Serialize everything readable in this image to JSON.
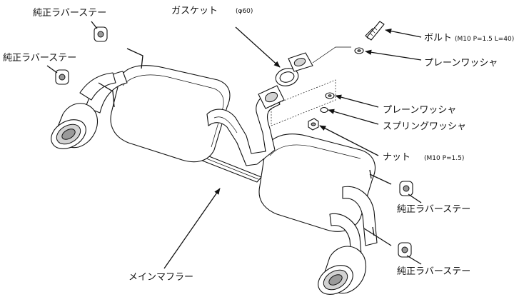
{
  "labels": {
    "rubber_stay_1": "純正ラバーステー",
    "rubber_stay_2": "純正ラバーステー",
    "rubber_stay_3": "純正ラバーステー",
    "rubber_stay_4": "純正ラバーステー",
    "gasket": "ガスケット",
    "gasket_spec": "(φ60)",
    "bolt": "ボルト",
    "bolt_spec": "(M10 P=1.5 L=40)",
    "plain_washer_1": "プレーンワッシャ",
    "plain_washer_2": "プレーンワッシャ",
    "spring_washer": "スプリングワッシャ",
    "nut": "ナット",
    "nut_spec": "(M10 P=1.5)",
    "main_muffler": "メインマフラー"
  }
}
